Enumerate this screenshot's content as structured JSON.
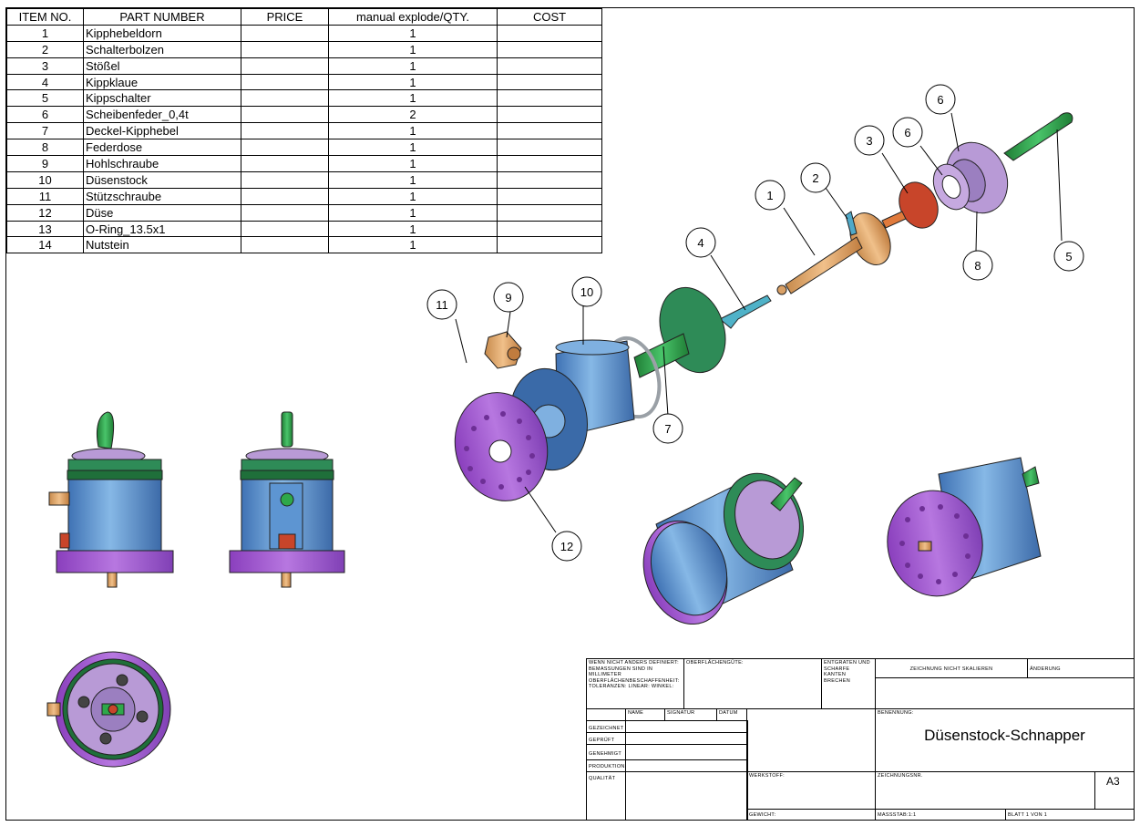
{
  "bom": {
    "headers": [
      "ITEM NO.",
      "PART NUMBER",
      "PRICE",
      "manual explode/QTY.",
      "COST"
    ],
    "rows": [
      {
        "item": "1",
        "part": "Kipphebeldorn",
        "price": "",
        "qty": "1",
        "cost": ""
      },
      {
        "item": "2",
        "part": "Schalterbolzen",
        "price": "",
        "qty": "1",
        "cost": ""
      },
      {
        "item": "3",
        "part": "Stößel",
        "price": "",
        "qty": "1",
        "cost": ""
      },
      {
        "item": "4",
        "part": "Kippklaue",
        "price": "",
        "qty": "1",
        "cost": ""
      },
      {
        "item": "5",
        "part": "Kippschalter",
        "price": "",
        "qty": "1",
        "cost": ""
      },
      {
        "item": "6",
        "part": "Scheibenfeder_0,4t",
        "price": "",
        "qty": "2",
        "cost": ""
      },
      {
        "item": "7",
        "part": "Deckel-Kipphebel",
        "price": "",
        "qty": "1",
        "cost": ""
      },
      {
        "item": "8",
        "part": "Federdose",
        "price": "",
        "qty": "1",
        "cost": ""
      },
      {
        "item": "9",
        "part": "Hohlschraube",
        "price": "",
        "qty": "1",
        "cost": ""
      },
      {
        "item": "10",
        "part": "Düsenstock",
        "price": "",
        "qty": "1",
        "cost": ""
      },
      {
        "item": "11",
        "part": "Stützschraube",
        "price": "",
        "qty": "1",
        "cost": ""
      },
      {
        "item": "12",
        "part": "Düse",
        "price": "",
        "qty": "1",
        "cost": ""
      },
      {
        "item": "13",
        "part": "O-Ring_13.5x1",
        "price": "",
        "qty": "1",
        "cost": ""
      },
      {
        "item": "14",
        "part": "Nutstein",
        "price": "",
        "qty": "1",
        "cost": ""
      }
    ]
  },
  "balloons": [
    "1",
    "2",
    "3",
    "4",
    "5",
    "6",
    "6",
    "7",
    "8",
    "9",
    "10",
    "11",
    "12"
  ],
  "colors": {
    "blue": "#4f86c6",
    "blue_light": "#7fb0e0",
    "purple": "#9b4fc8",
    "lavender": "#b89ad6",
    "green": "#2ea84a",
    "green_dark": "#1f6f3a",
    "bronze": "#d9a066",
    "orange": "#e07a3c",
    "red": "#c8452a"
  },
  "title_block": {
    "general_note": "WENN NICHT ANDERS DEFINIERT: BEMASSUNGEN SIND IN MILLIMETER OBERFLÄCHENBESCHAFFENHEIT: TOLERANZEN: LINEAR: WINKEL:",
    "surface": "OBERFLÄCHENGÜTE:",
    "deburr": "ENTGRATEN UND SCHARFE KANTEN BRECHEN",
    "no_scale": "ZEICHNUNG NICHT SKALIEREN",
    "revision": "ÄNDERUNG",
    "col_name": "NAME",
    "col_signature": "SIGNATUR",
    "col_date": "DATUM",
    "drawn": "GEZEICHNET",
    "checked": "GEPRÜFT",
    "approved": "GENEHMIGT",
    "production": "PRODUKTION",
    "quality": "QUALITÄT",
    "material": "WERKSTOFF:",
    "weight": "GEWICHT:",
    "designation": "BENENNUNG:",
    "title": "Düsenstock-Schnapper",
    "drawing_no": "ZEICHNUNGSNR.",
    "size": "A3",
    "scale": "MASSSTAB:1:1",
    "sheet": "BLATT 1 VON 1"
  }
}
